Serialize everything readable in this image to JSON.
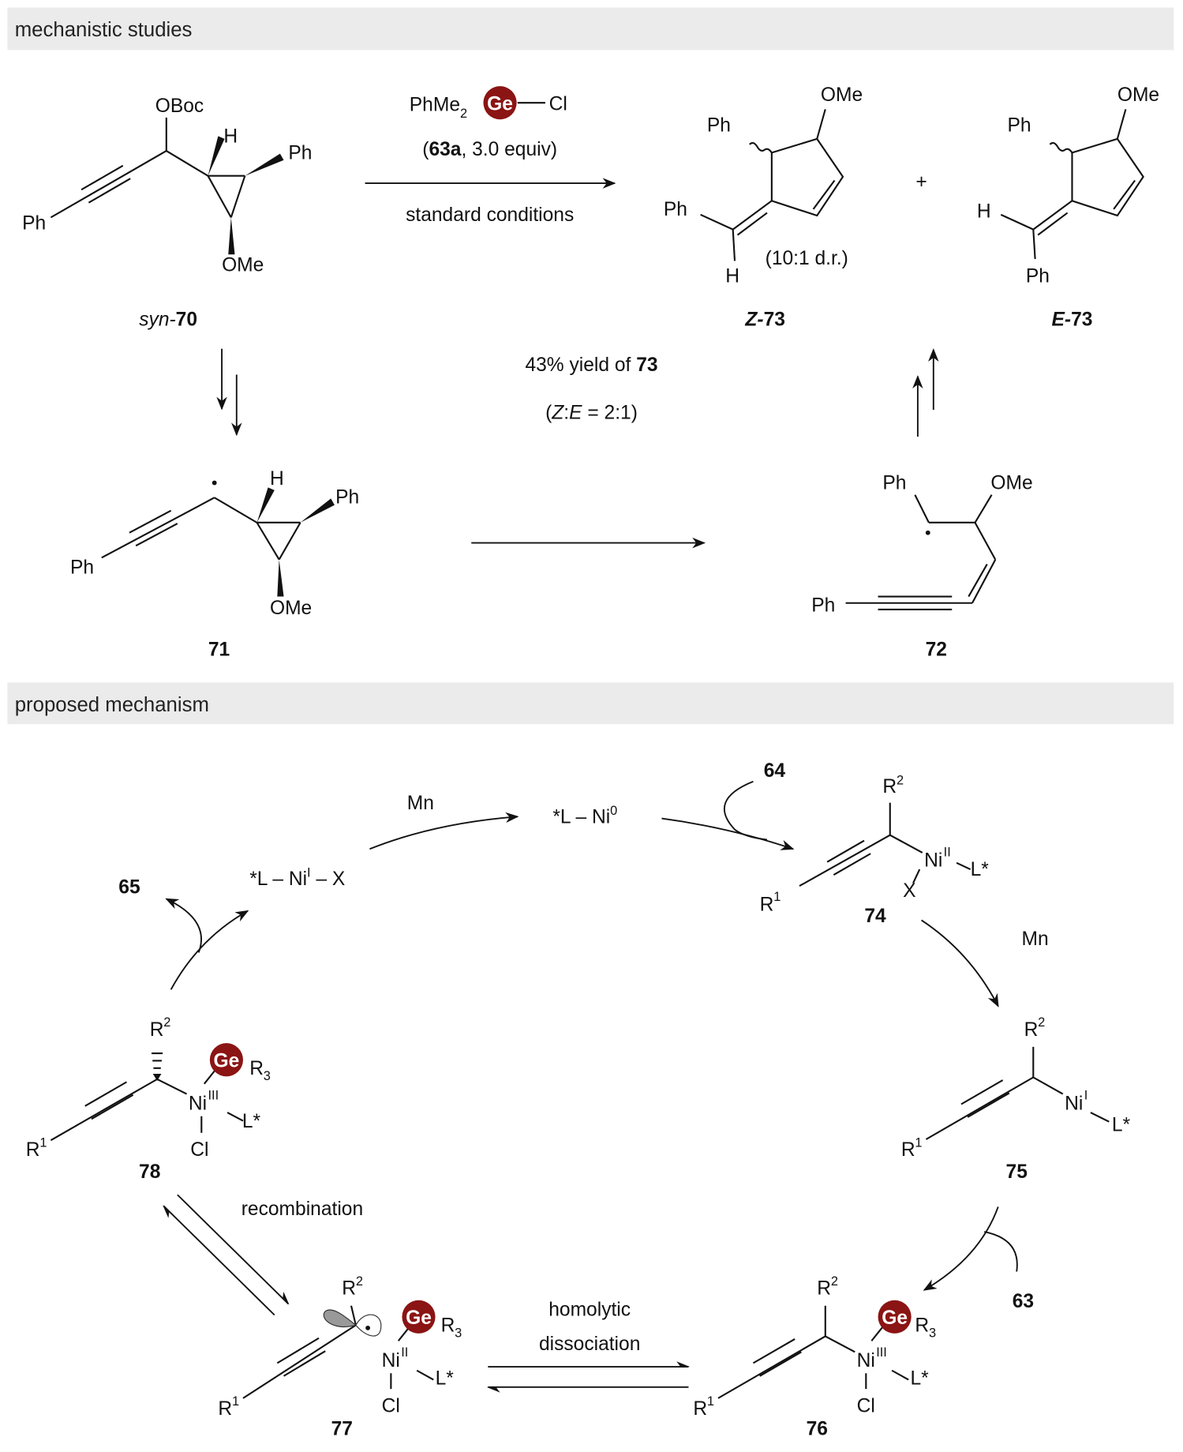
{
  "sections": {
    "studies": "mechanistic studies",
    "mechanism": "proposed mechanism"
  },
  "colors": {
    "ge": "#8b1414",
    "header_bg": "#ebebeb"
  },
  "atoms": {
    "Ph": "Ph",
    "OMe": "OMe",
    "OBoc": "OBoc",
    "H": "H",
    "R": "R",
    "one": "1",
    "two": "2",
    "three": "3",
    "Ge": "Ge",
    "Ni": "Ni",
    "Cl": "Cl",
    "X": "X",
    "Lstar": "L*",
    "plus": "+"
  },
  "reagent": {
    "phme": "PhMe",
    "sub": "2",
    "ge": "Ge",
    "cl": "Cl",
    "open": "(",
    "id": "63a",
    "equiv": ", 3.0 equiv)",
    "conditions": "standard conditions"
  },
  "compounds": {
    "syn_prefix": "syn-",
    "c70": "70",
    "z_prefix": "Z-",
    "e_prefix": "E-",
    "c73": "73",
    "c71": "71",
    "c72": "72",
    "c63": "63",
    "c64": "64",
    "c65": "65",
    "c74": "74",
    "c75": "75",
    "c76": "76",
    "c77": "77",
    "c78": "78"
  },
  "results": {
    "dr": "(10:1 d.r.)",
    "yield_text": "43% yield of ",
    "yield_id": "73",
    "ratio_open": "(",
    "ratio_z": "Z",
    "ratio_colon": ":",
    "ratio_e": "E",
    "ratio_rest": " = 2:1)"
  },
  "mechanism": {
    "mn": "Mn",
    "ni0_prefix": "*L – Ni",
    "ni0_ox": "0",
    "ni1x_prefix": "*L – Ni",
    "ni1x_ox": "I",
    "ni1x_suffix": " – X",
    "ox_I": "I",
    "ox_II": "II",
    "ox_III": "III",
    "recombination": "recombination",
    "homolytic": "homolytic",
    "dissociation": "dissociation"
  }
}
